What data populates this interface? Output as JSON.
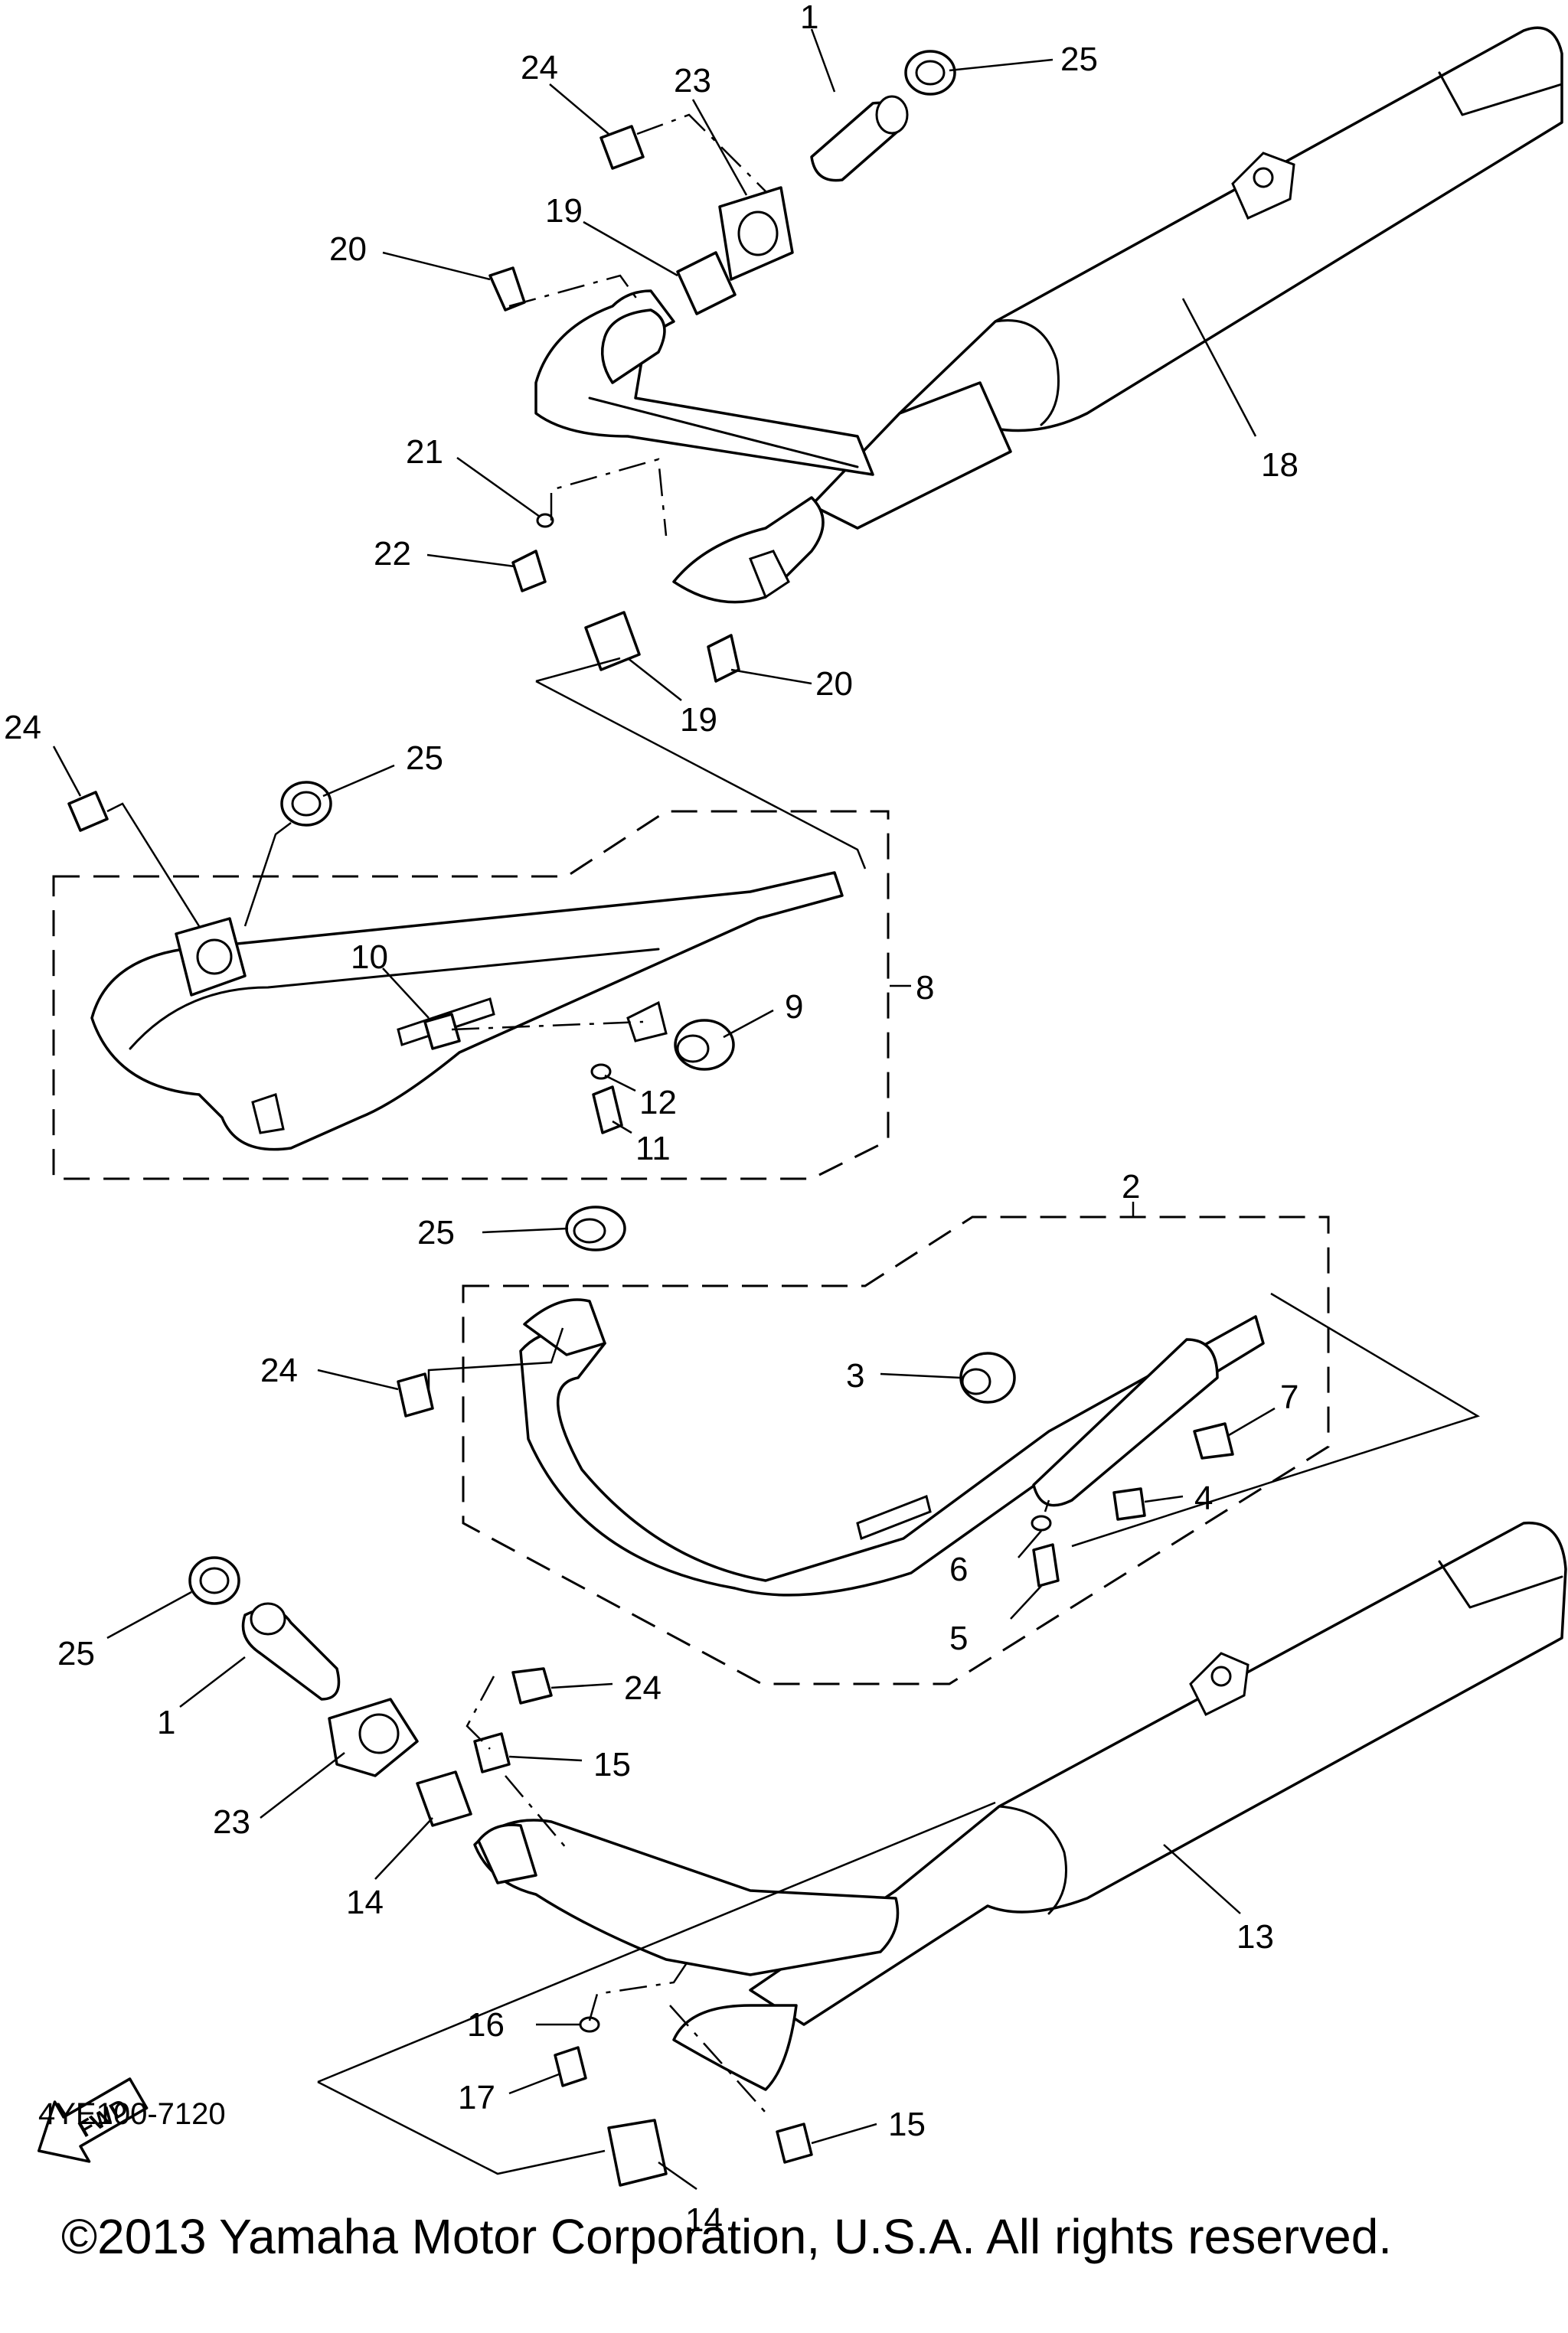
{
  "diagram_code": "4YE100-7120",
  "copyright": "©2013 Yamaha Motor Corporation, U.S.A. All rights reserved.",
  "fwd_label": "FWD",
  "callouts": [
    {
      "id": "c1a",
      "text": "1"
    },
    {
      "id": "c25a",
      "text": "25"
    },
    {
      "id": "c24a",
      "text": "24"
    },
    {
      "id": "c23a",
      "text": "23"
    },
    {
      "id": "c19a",
      "text": "19"
    },
    {
      "id": "c20a",
      "text": "20"
    },
    {
      "id": "c21",
      "text": "21"
    },
    {
      "id": "c22",
      "text": "22"
    },
    {
      "id": "c18",
      "text": "18"
    },
    {
      "id": "c20b",
      "text": "20"
    },
    {
      "id": "c19b",
      "text": "19"
    },
    {
      "id": "c24b",
      "text": "24"
    },
    {
      "id": "c25b",
      "text": "25"
    },
    {
      "id": "c10",
      "text": "10"
    },
    {
      "id": "c9",
      "text": "9"
    },
    {
      "id": "c8",
      "text": "8"
    },
    {
      "id": "c12",
      "text": "12"
    },
    {
      "id": "c11",
      "text": "11"
    },
    {
      "id": "c2",
      "text": "2"
    },
    {
      "id": "c25c",
      "text": "25"
    },
    {
      "id": "c24c",
      "text": "24"
    },
    {
      "id": "c3",
      "text": "3"
    },
    {
      "id": "c7",
      "text": "7"
    },
    {
      "id": "c4",
      "text": "4"
    },
    {
      "id": "c6",
      "text": "6"
    },
    {
      "id": "c5",
      "text": "5"
    },
    {
      "id": "c25d",
      "text": "25"
    },
    {
      "id": "c1b",
      "text": "1"
    },
    {
      "id": "c24d",
      "text": "24"
    },
    {
      "id": "c15a",
      "text": "15"
    },
    {
      "id": "c23b",
      "text": "23"
    },
    {
      "id": "c14a",
      "text": "14"
    },
    {
      "id": "c13",
      "text": "13"
    },
    {
      "id": "c16",
      "text": "16"
    },
    {
      "id": "c17",
      "text": "17"
    },
    {
      "id": "c15b",
      "text": "15"
    },
    {
      "id": "c14b",
      "text": "14"
    }
  ]
}
